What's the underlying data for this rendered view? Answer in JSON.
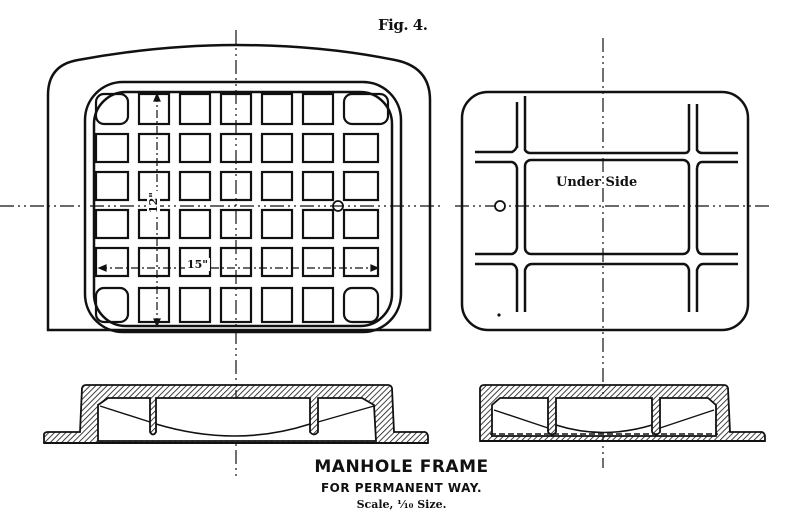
{
  "figure": {
    "label": "Fig. 4.",
    "title": "MANHOLE FRAME",
    "subtitle": "FOR PERMANENT WAY.",
    "scale": "Scale, ⅒ Size."
  },
  "plan_view": {
    "dimension_height": "12\"",
    "dimension_width": "15\"",
    "grid_rows": 6,
    "grid_cols": 7
  },
  "underside_view": {
    "label": "Under Side"
  },
  "colors": {
    "ink": "#111111",
    "paper": "#ffffff"
  }
}
